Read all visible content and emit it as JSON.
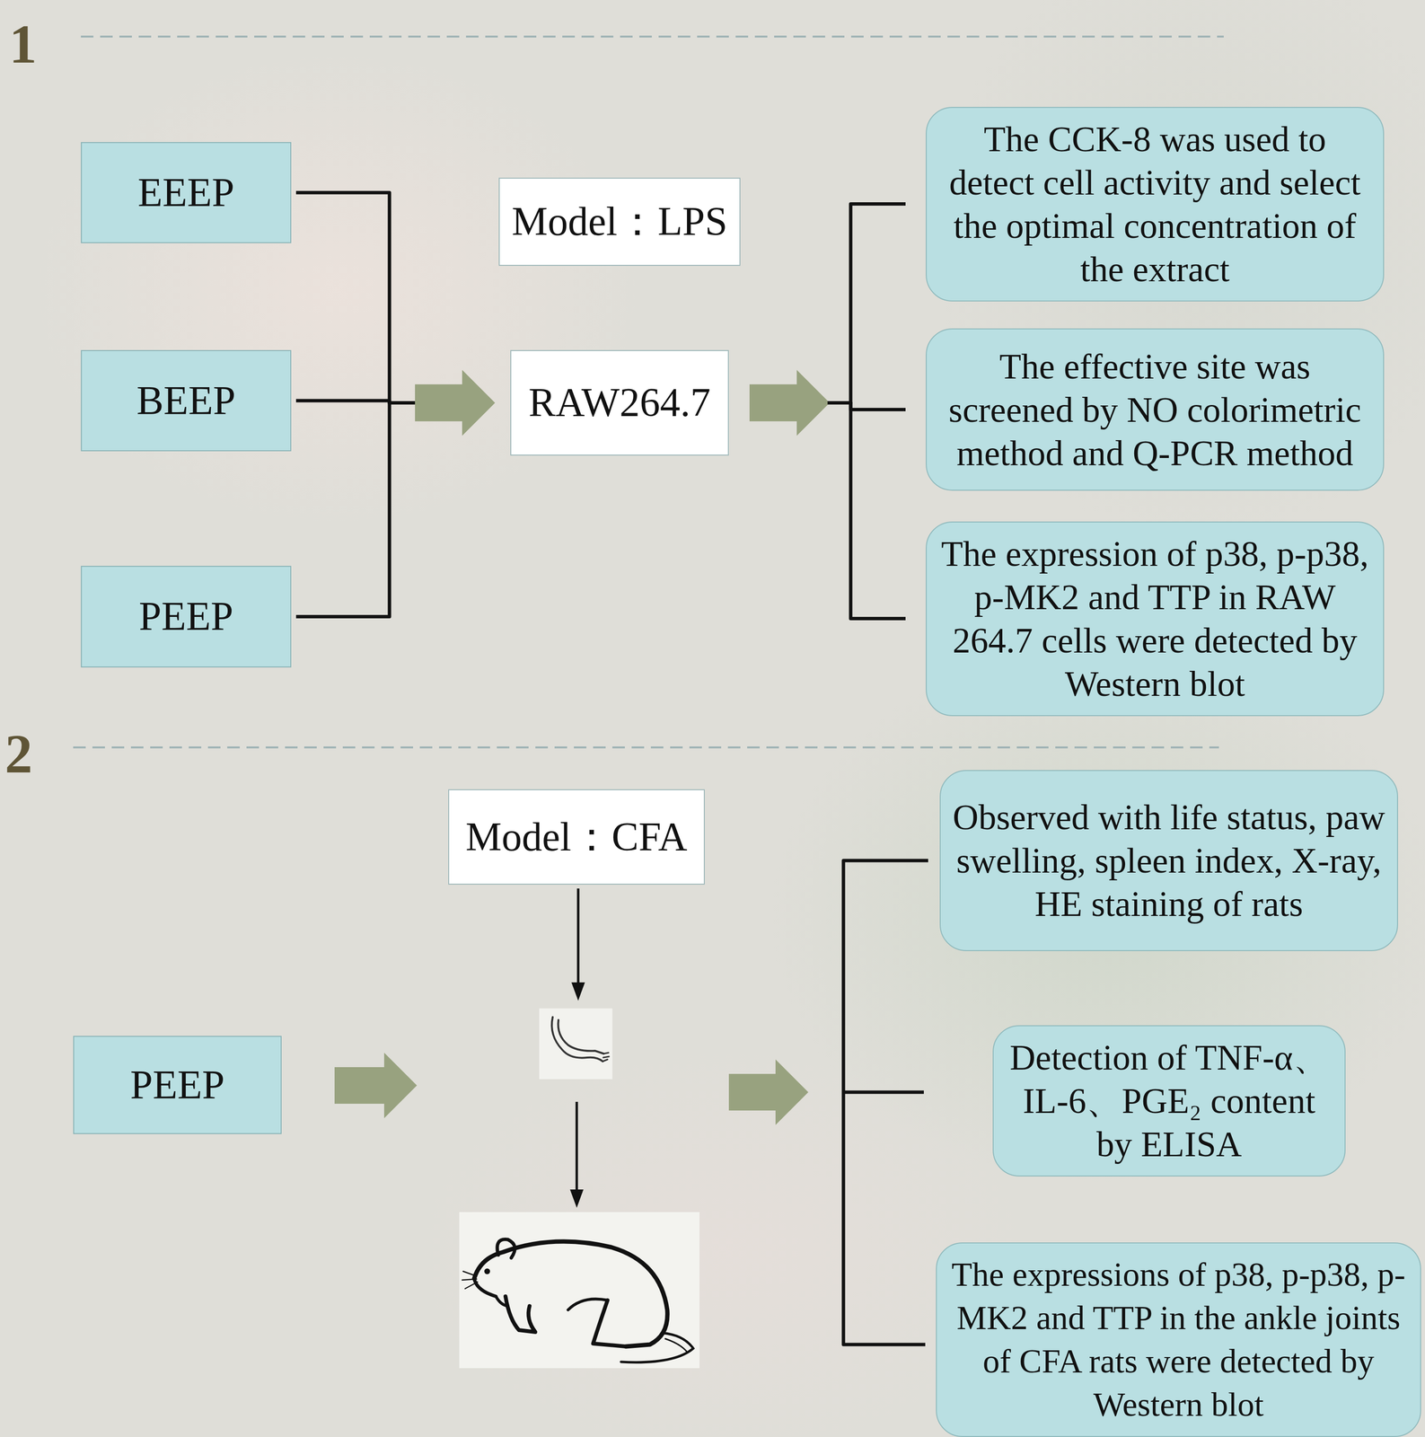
{
  "diagram": {
    "nodes": [
      {
        "text": [
          "EEEP"
        ]
      },
      {
        "text": [
          "BEEP"
        ]
      },
      {
        "text": [
          "PEEP"
        ]
      },
      {
        "text": [
          "Model：LPS"
        ]
      },
      {
        "text": [
          "RAW264.7"
        ]
      },
      {
        "text": [
          "The CCK-8 was used to detect cell activity and select the optimal concentration of the extract"
        ]
      },
      {
        "text": [
          "The effective site was screened by NO colorimetric method and Q-PCR method"
        ]
      },
      {
        "text": [
          "The expression of p38, p-p38, p-MK2 and TTP in RAW 264.7 cells were detected by Western blot"
        ]
      },
      {
        "text": [
          "Model：CFA"
        ]
      },
      {
        "text": [
          "PEEP"
        ]
      },
      {
        "text": [
          "Observed with life status, paw swelling, spleen index, X-ray, HE staining of rats"
        ]
      },
      {
        "text": [
          "Detection of TNF-α、IL-6、PGE₂ content by ELISA"
        ]
      },
      {
        "text": [
          "The expressions of p38, p-p38, p-MK2 and TTP in the ankle joints of CFA rats were detected by Western blot"
        ]
      }
    ],
    "edges": [
      {
        "from": 0,
        "to": 4,
        "arrow": "to"
      },
      {
        "from": 1,
        "to": 4,
        "arrow": "to"
      },
      {
        "from": 2,
        "to": 4,
        "arrow": "to"
      },
      {
        "from": 4,
        "to": 5,
        "arrow": "to"
      },
      {
        "from": 4,
        "to": 6,
        "arrow": "to"
      },
      {
        "from": 4,
        "to": 7,
        "arrow": "to"
      }
    ],
    "labels": [
      "1",
      "2"
    ]
  }
}
